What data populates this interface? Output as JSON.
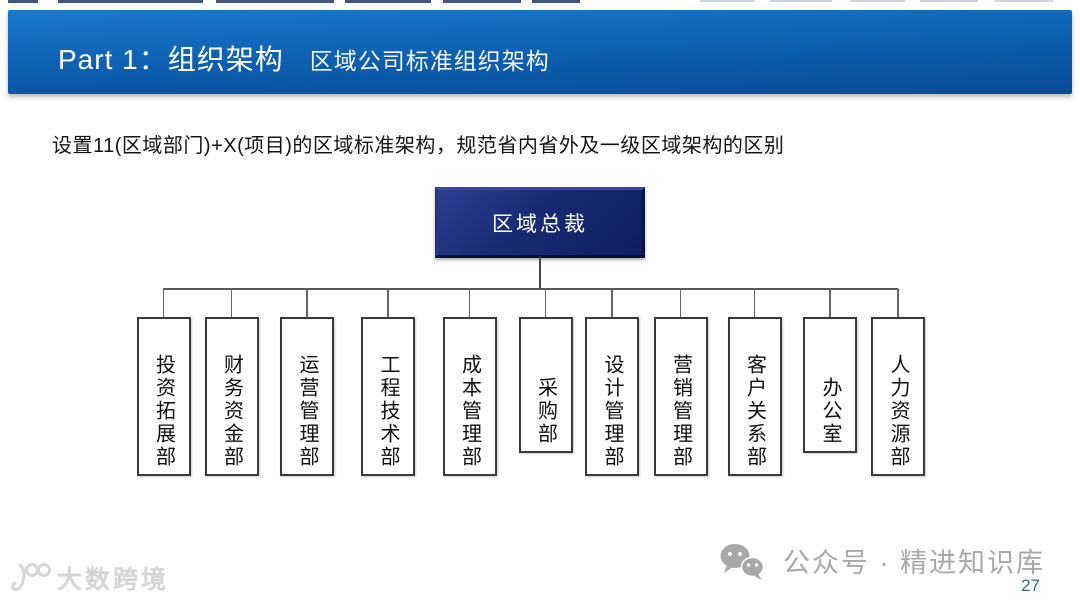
{
  "slide": {
    "header": {
      "part_title": "Part 1：组织架构",
      "sub_title": "区域公司标准组织架构"
    },
    "description": "设置11(区域部门)+X(项目)的区域标准架构，规范省内省外及一级区域架构的区别",
    "org_chart": {
      "root": {
        "label": "区域总裁"
      },
      "departments": [
        {
          "label": "投资拓展部",
          "box": "tall"
        },
        {
          "label": "财务资金部",
          "box": "tall"
        },
        {
          "label": "运营管理部",
          "box": "tall"
        },
        {
          "label": "工程技术部",
          "box": "tall"
        },
        {
          "label": "成本管理部",
          "box": "tall"
        },
        {
          "label": "采购部",
          "box": "short"
        },
        {
          "label": "设计管理部",
          "box": "tall"
        },
        {
          "label": "营销管理部",
          "box": "tall"
        },
        {
          "label": "客户关系部",
          "box": "tall"
        },
        {
          "label": "办公室",
          "box": "short"
        },
        {
          "label": "人力资源部",
          "box": "tall"
        }
      ]
    },
    "footer": {
      "watermark_text": "大数跨境",
      "wechat_label": "公众号 · 精进知识库",
      "page_number": "27"
    },
    "colors": {
      "banner_blue": "#0e60b2",
      "root_box_navy": "#182a74",
      "connector_gray": "#5a5a5a",
      "footer_gray": "#a8a8a8",
      "watermark_gray": "#d6d6d6",
      "page_number_teal": "#2e6b82"
    }
  }
}
